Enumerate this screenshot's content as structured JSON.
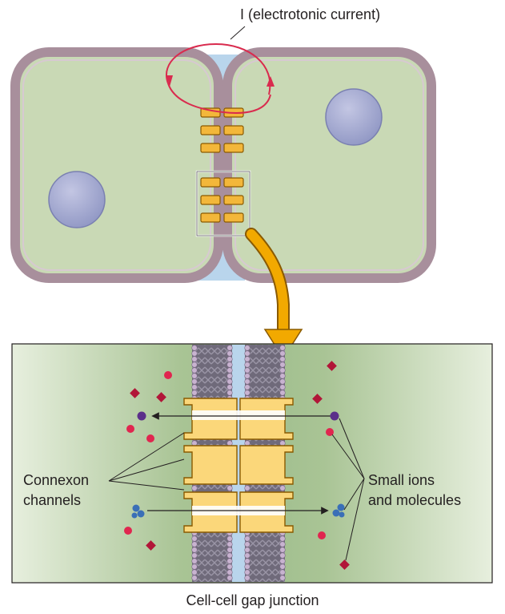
{
  "labels": {
    "current": "I (electrotonic current)",
    "connexon_line1": "Connexon",
    "connexon_line2": "channels",
    "ions_line1": "Small ions",
    "ions_line2": "and molecules",
    "caption": "Cell-cell gap junction"
  },
  "colors": {
    "membrane": "#a88f9c",
    "cytoplasm": "#c9d9b5",
    "gap_space": "#b9d5ec",
    "nucleus": "#a9aed0",
    "connexon": "#f3b73a",
    "connexon_light": "#fbe6a8",
    "current_arrow": "#d92b4e",
    "zoom_arrow": "#f2a900",
    "ion_red": "#e0264f",
    "ion_purple": "#5b2f8a",
    "ion_diamond": "#b11638",
    "ion_blue": "#3a6fb7",
    "lipid_head": "#c8b3d0"
  }
}
